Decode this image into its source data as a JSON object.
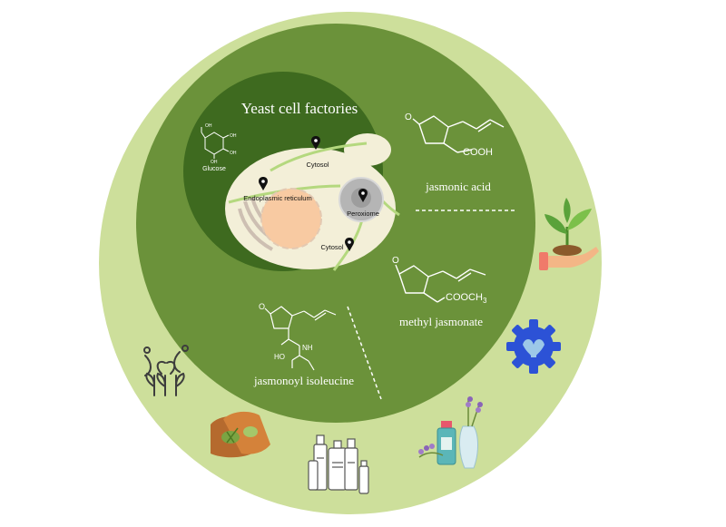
{
  "title": "Yeast cell factories",
  "cell_labels": {
    "glucose": "Glucose",
    "cytosol_top": "Cytosol",
    "endoplasmic_reticulum": "Endoplasmic reticulum",
    "peroxisome": "Peroxiome",
    "cytosol_bottom": "Cytosol"
  },
  "molecules": {
    "jasmonic_acid": {
      "name": "jasmonic acid",
      "group": "COOH",
      "ketone": "O"
    },
    "methyl_jasmonate": {
      "name": "methyl jasmonate",
      "group": "COOCH",
      "group_sub": "3",
      "ketone": "O"
    },
    "jasmonoyl_isoleucine": {
      "name": "jasmonoyl isoleucine",
      "nh": "NH",
      "ho": "HO",
      "ketone": "O"
    }
  },
  "glucose_atoms": {
    "oh": "OH"
  },
  "colors": {
    "outer_ring": "#cddf9b",
    "middle_ring": "#6b923a",
    "inner_disk": "#3e6a1f",
    "cell": "#f3efd8",
    "nucleus": "#f8caa2",
    "peroxisome": "#b5b5b5",
    "accent_gear": "#2c52d6"
  },
  "icons": [
    "sprout-in-hand-icon",
    "gear-icon",
    "plant-network-icon",
    "seed-bags-icon",
    "cosmetic-bottles-icon",
    "lavender-perfume-icon",
    "location-pin-icon"
  ]
}
